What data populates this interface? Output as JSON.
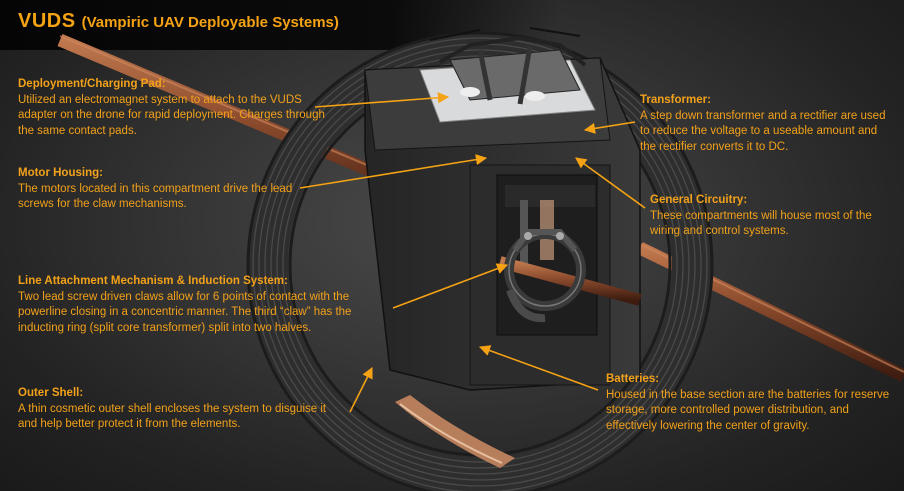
{
  "header": {
    "title": "VUDS",
    "subtitle": "(Vampiric UAV Deployable Systems)"
  },
  "annotations": [
    {
      "id": "deployment",
      "heading": "Deployment/Charging Pad:",
      "body": "Utilized an electromagnet system to attach to the VUDS adapter on the drone for rapid deployment. Charges through the same contact pads."
    },
    {
      "id": "motor",
      "heading": "Motor Housing:",
      "body": "The motors located in this compartment drive the lead screws for the claw mechanisms."
    },
    {
      "id": "line",
      "heading": "Line Attachment Mechanism & Induction System:",
      "body": "Two lead screw driven claws allow for 6 points of contact with the powerline closing in a concentric manner. The third “claw” has the inducting ring (split core transformer) split into two halves."
    },
    {
      "id": "shell",
      "heading": "Outer Shell:",
      "body": "A thin cosmetic outer shell encloses the system to disguise it and help better protect it from the elements."
    },
    {
      "id": "transformer",
      "heading": "Transformer:",
      "body": "A step down transformer and a rectifier are used to reduce the voltage to a useable amount and the rectifier converts it to DC."
    },
    {
      "id": "circuitry",
      "heading": "General Circuitry:",
      "body": "These compartments will house most of the wiring and control systems."
    },
    {
      "id": "batteries",
      "heading": "Batteries:",
      "body": "Housed in the base section are the batteries for reserve storage, more controlled power distribution, and effectively lowering the center of gravity."
    }
  ],
  "colors": {
    "accent": "#f5a214",
    "text": "#f2a11a",
    "cable": "#8a4a2c"
  }
}
